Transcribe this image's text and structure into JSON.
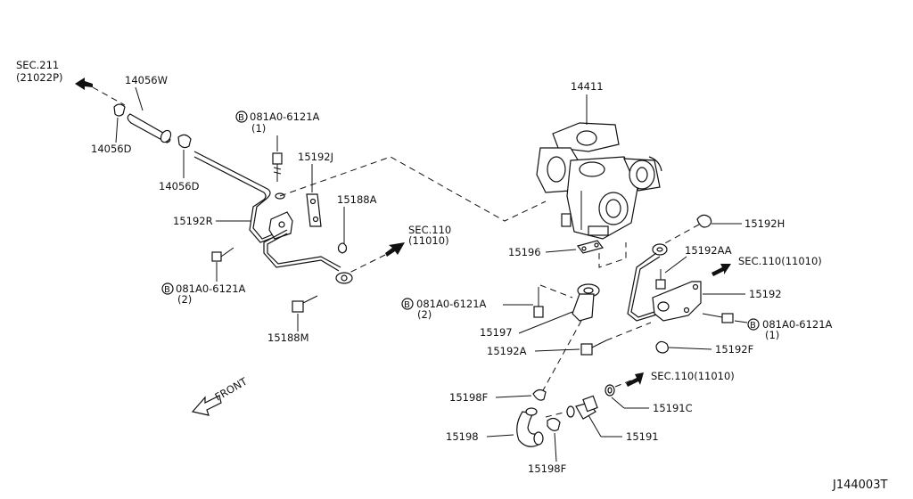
{
  "diagram": {
    "code": "J144003T",
    "front_label": "FRONT",
    "refs": {
      "sec211": "SEC.211",
      "sec211_sub": "(21022P)",
      "sec110a": "SEC.110",
      "sec110a_sub": "(11010)",
      "sec110b": "SEC.110(11010)",
      "sec110c": "SEC.110(11010)"
    },
    "bolt_symbol": "B",
    "labels": {
      "p14056W": "14056W",
      "p14056D_a": "14056D",
      "p14056D_b": "14056D",
      "bolt1": "081A0-6121A",
      "bolt1_qty": "(1)",
      "p15192J": "15192J",
      "p15188A": "15188A",
      "p15192R": "15192R",
      "bolt2": "081A0-6121A",
      "bolt2_qty": "(2)",
      "p15188M": "15188M",
      "p14411": "14411",
      "p15196": "15196",
      "p15192H": "15192H",
      "p15192AA": "15192AA",
      "p15192": "15192",
      "bolt3": "081A0-6121A",
      "bolt3_qty": "(2)",
      "p15197": "15197",
      "bolt4": "081A0-6121A",
      "bolt4_qty": "(1)",
      "p15192A": "15192A",
      "p15192F": "15192F",
      "p15198F_a": "15198F",
      "p15191C": "15191C",
      "p15198": "15198",
      "p15191": "15191",
      "p15198F_b": "15198F"
    }
  }
}
